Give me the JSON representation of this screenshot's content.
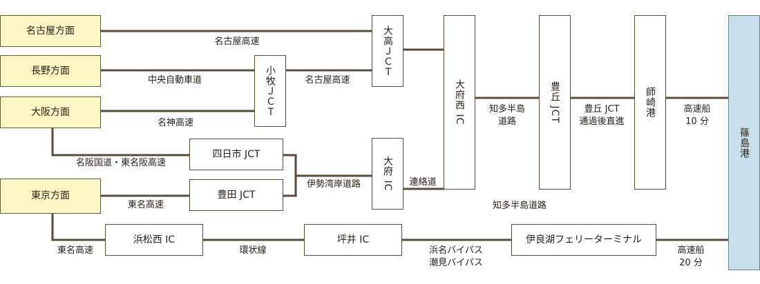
{
  "origins": {
    "nagoya": "名古屋方面",
    "nagano": "長野方面",
    "osaka": "大阪方面",
    "tokyo": "東京方面"
  },
  "nodes": {
    "odaka_jct": "大高ＪＣＴ",
    "komaki_jct": "小牧ＪＣＴ",
    "yokkaichi_jct": "四日市 JCT",
    "toyota_jct": "豊田 JCT",
    "obu_ic": "大府 IC",
    "obunishi_ic": "大府西 IC",
    "toyooka_jct": "豊丘 JCT",
    "morozaki_port": "師崎港",
    "shinojima_port": "篠島港",
    "hamamatsunishi_ic": "浜松西 IC",
    "tsuboi_ic": "坪井 IC",
    "irago_terminal": "伊良湖フェリーターミナル"
  },
  "labels": {
    "nagoya_expwy_top": "名古屋高速",
    "chuo_expwy": "中央自動車道",
    "nagoya_expwy_mid": "名古屋高速",
    "meishin": "名神高速",
    "meihan_tomeihan": "名阪国道・東名阪高速",
    "isewan": "伊勢湾岸道路",
    "tomei_1": "東名高速",
    "renraku": "連絡道",
    "chita_road": "知多半島\n道路",
    "toyooka_straight": "豊丘 JCT\n通過後直進",
    "ferry_top": "高速船\n10 分",
    "chita_road_lower": "知多半島道路",
    "tomei_2": "東名高速",
    "kanjo": "環状線",
    "bypass": "浜名バイパス\n潮見バイパス",
    "ferry_bottom": "高速船\n20 分"
  },
  "colors": {
    "line": "#5a4a3a",
    "origin_fill": "#fbf7c4",
    "destination_fill": "#c7dfe9"
  }
}
